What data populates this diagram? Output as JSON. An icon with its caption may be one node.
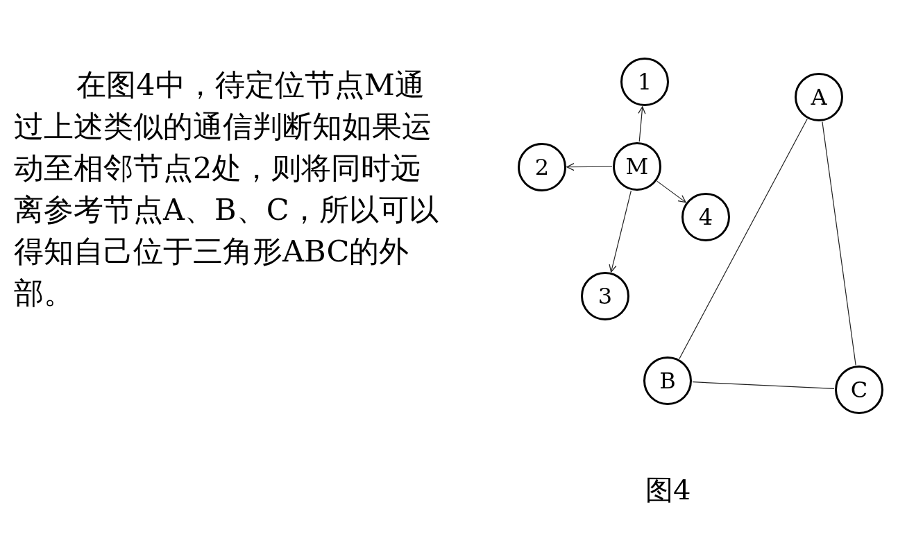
{
  "diagram": {
    "caption": "图4",
    "nodes": [
      {
        "text": [
          "1"
        ]
      },
      {
        "text": [
          "A"
        ]
      },
      {
        "text": [
          "2"
        ]
      },
      {
        "text": [
          "M"
        ]
      },
      {
        "text": [
          "4"
        ]
      },
      {
        "text": [
          "3"
        ]
      },
      {
        "text": [
          "B"
        ]
      },
      {
        "text": [
          "C"
        ]
      }
    ],
    "edges": [
      {
        "from": 3,
        "to": 0,
        "arrow": "to"
      },
      {
        "from": 3,
        "to": 2,
        "arrow": "to"
      },
      {
        "from": 3,
        "to": 4,
        "arrow": "to"
      },
      {
        "from": 3,
        "to": 5,
        "arrow": "to"
      },
      {
        "from": 1,
        "to": 6,
        "arrow": "none"
      },
      {
        "from": 1,
        "to": 7,
        "arrow": "none"
      },
      {
        "from": 6,
        "to": 7,
        "arrow": "none"
      }
    ],
    "labels": [
      "在图4中，待定位节点M通过上述类似的通信判断知如果运动至相邻节点2处，则将同时远离参考节点A、B、C，所以可以得知自己位于三角形ABC的外部。"
    ]
  }
}
